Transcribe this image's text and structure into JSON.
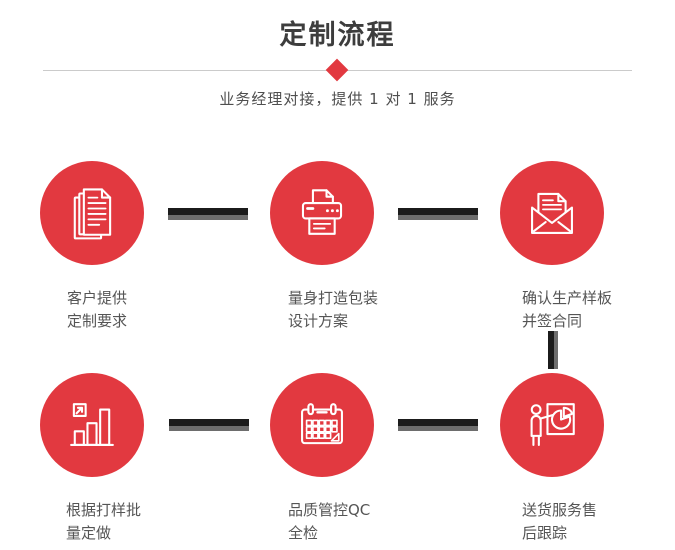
{
  "header": {
    "title": "定制流程",
    "subtitle": "业务经理对接，提供 1 对 1 服务"
  },
  "colors": {
    "accent_red": "#e23940",
    "connector_black": "#1b1b1b",
    "connector_gray": "#6d6d6d",
    "divider_gray": "#cbcbcb",
    "title_color": "#3d3d3d",
    "label_color": "#555555"
  },
  "steps": [
    {
      "icon": "documents-icon",
      "label_line1": "客户提供",
      "label_line2": "定制要求"
    },
    {
      "icon": "printer-icon",
      "label_line1": "量身打造包装",
      "label_line2": "设计方案"
    },
    {
      "icon": "envelope-icon",
      "label_line1": "确认生产样板",
      "label_line2": "并签合同"
    },
    {
      "icon": "bar-chart-icon",
      "label_line1": "根据打样批",
      "label_line2": "量定做"
    },
    {
      "icon": "calendar-icon",
      "label_line1": "品质管控QC",
      "label_line2": "全检"
    },
    {
      "icon": "presenter-icon",
      "label_line1": "送货服务售",
      "label_line2": "后跟踪"
    }
  ]
}
